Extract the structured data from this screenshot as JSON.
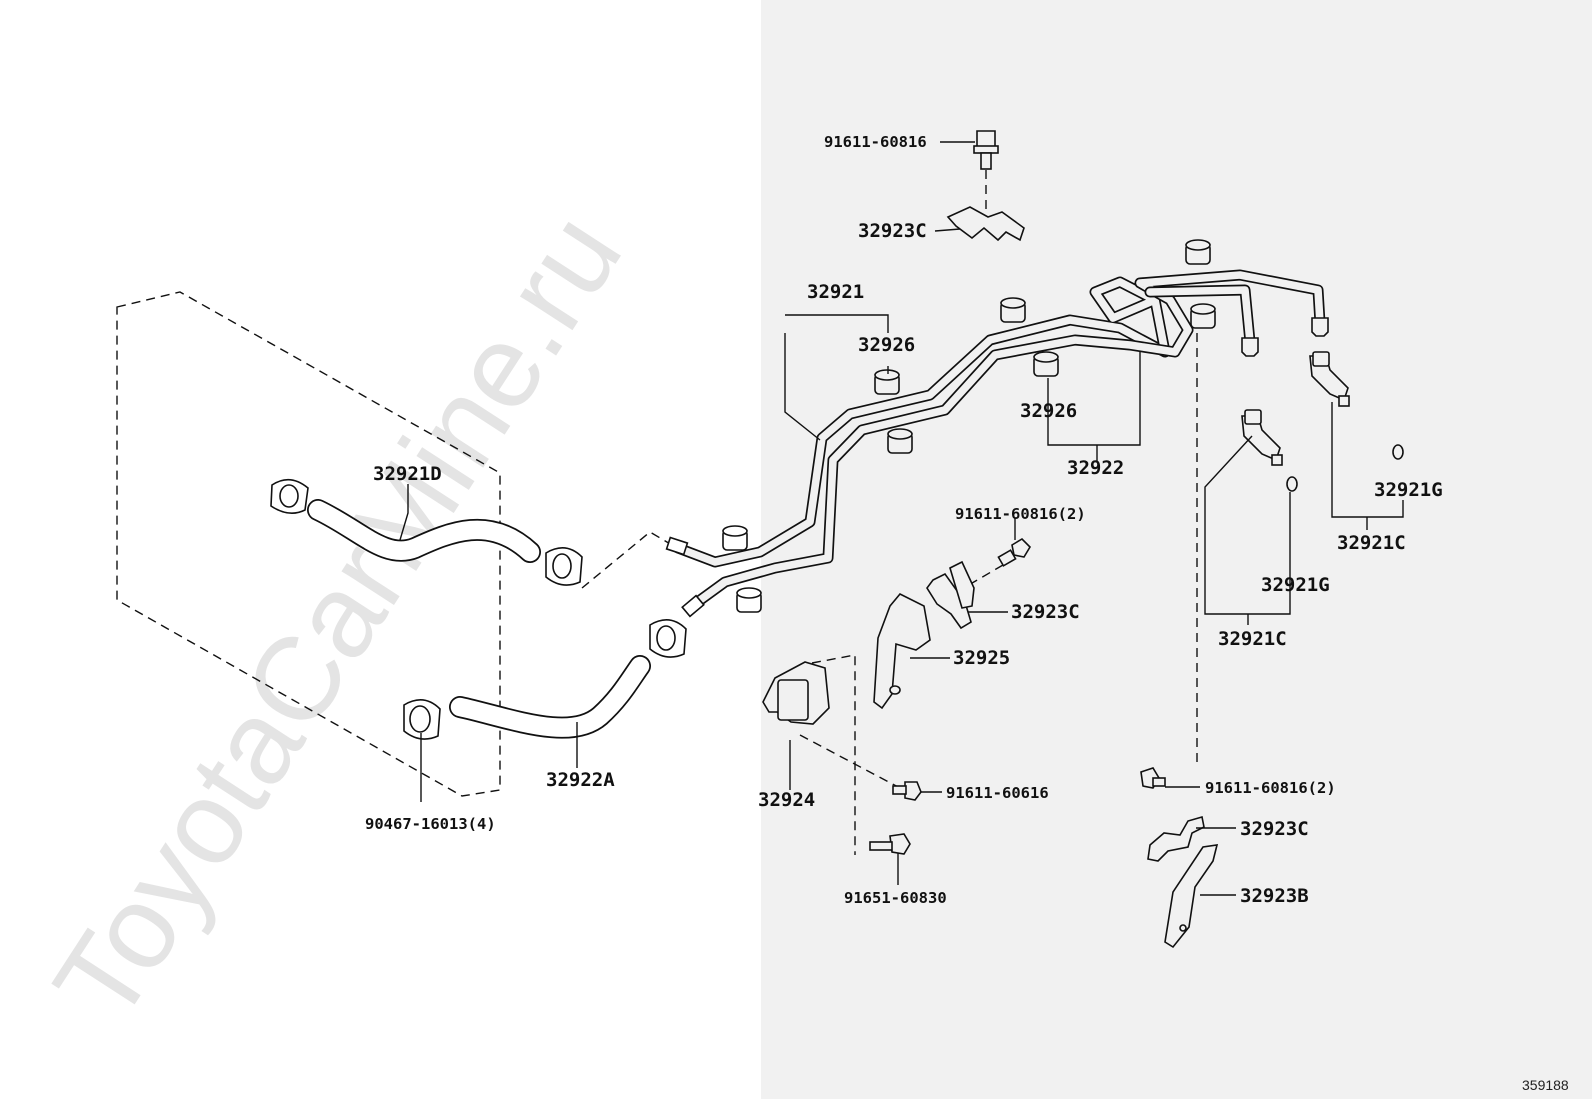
{
  "diagram": {
    "watermark": "ToyotaCarMine.ru",
    "document_number": "359188",
    "labels": {
      "bolt_top": "91611-60816",
      "clamp_top": "32923C",
      "pipe_32921": "32921",
      "grommet_32926_upper": "32926",
      "grommet_32926_lower": "32926",
      "pipe_32922": "32922",
      "hose_32921d": "32921D",
      "hose_32922a": "32922A",
      "hose_clip": "90467-16013(4)",
      "bolt_mid": "91611-60816(2)",
      "clamp_mid": "32923C",
      "bracket_32925": "32925",
      "bracket_32924": "32924",
      "bolt_91611_60616": "91611-60616",
      "bolt_91651_60830": "91651-60830",
      "union_upper": "32921C",
      "gasket_upper": "32921G",
      "gasket_lower": "32921G",
      "union_lower": "32921C",
      "bolt_right": "91611-60816(2)",
      "clamp_right": "32923C",
      "bracket_32923b": "32923B"
    }
  }
}
